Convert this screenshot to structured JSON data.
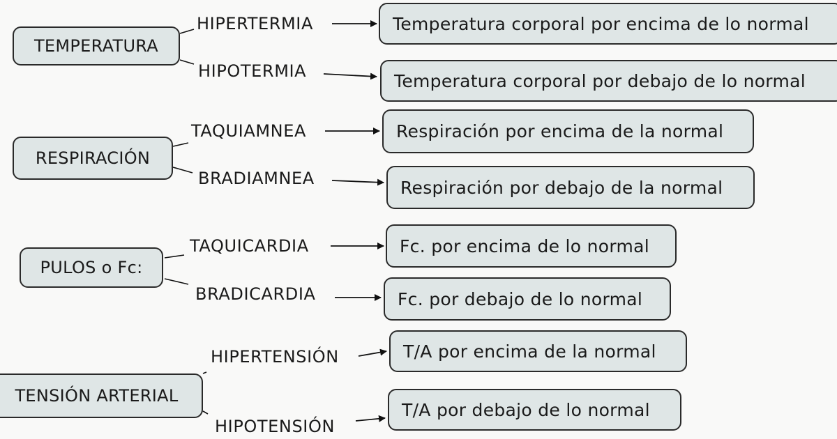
{
  "groups": [
    {
      "concept": "TEMPERATURA",
      "links": [
        {
          "label": "HIPERTERMIA",
          "definition": "Temperatura corporal por encima de lo normal"
        },
        {
          "label": "HIPOTERMIA",
          "definition": "Temperatura corporal por debajo de lo normal"
        }
      ]
    },
    {
      "concept": "RESPIRACIÓN",
      "links": [
        {
          "label": "TAQUIAMNEA",
          "definition": "Respiración por encima de la normal"
        },
        {
          "label": "BRADIAMNEA",
          "definition": "Respiración por debajo de la normal"
        }
      ]
    },
    {
      "concept": "PULOS o Fc:",
      "links": [
        {
          "label": "TAQUICARDIA",
          "definition": "Fc. por encima de lo normal"
        },
        {
          "label": "BRADICARDIA",
          "definition": "Fc. por debajo de lo normal"
        }
      ]
    },
    {
      "concept": "TENSIÓN ARTERIAL",
      "links": [
        {
          "label": "HIPERTENSIÓN",
          "definition": "T/A por encima de la normal"
        },
        {
          "label": "HIPOTENSIÓN",
          "definition": "T/A por debajo de lo normal"
        }
      ]
    }
  ]
}
